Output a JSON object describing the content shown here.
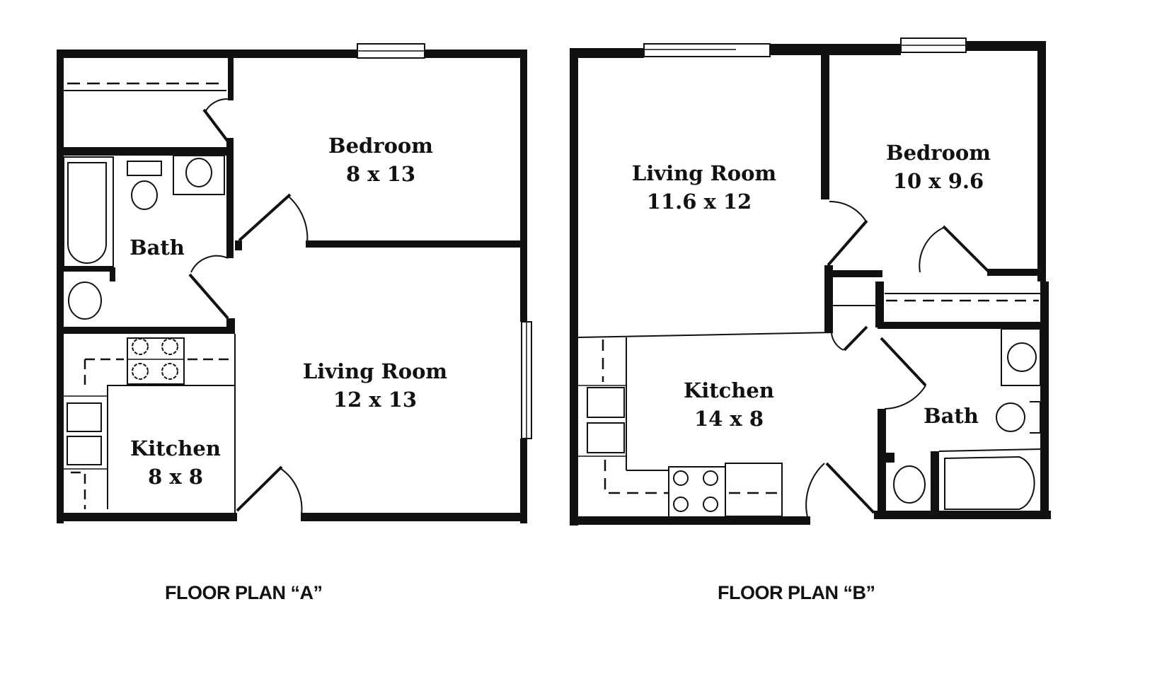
{
  "plans": [
    {
      "caption": "FLOOR PLAN “A”",
      "rooms": [
        {
          "name": "Bedroom",
          "size": "8 x 13"
        },
        {
          "name": "Bath",
          "size": ""
        },
        {
          "name": "Living Room",
          "size": "12 x 13"
        },
        {
          "name": "Kitchen",
          "size": "8 x 8"
        }
      ]
    },
    {
      "caption": "FLOOR PLAN “B”",
      "rooms": [
        {
          "name": "Living Room",
          "size": "11.6 x 12"
        },
        {
          "name": "Bedroom",
          "size": "10 x 9.6"
        },
        {
          "name": "Kitchen",
          "size": "14 x 8"
        },
        {
          "name": "Bath",
          "size": ""
        }
      ]
    }
  ],
  "colors": {
    "wall": "#111111",
    "background": "#ffffff"
  }
}
